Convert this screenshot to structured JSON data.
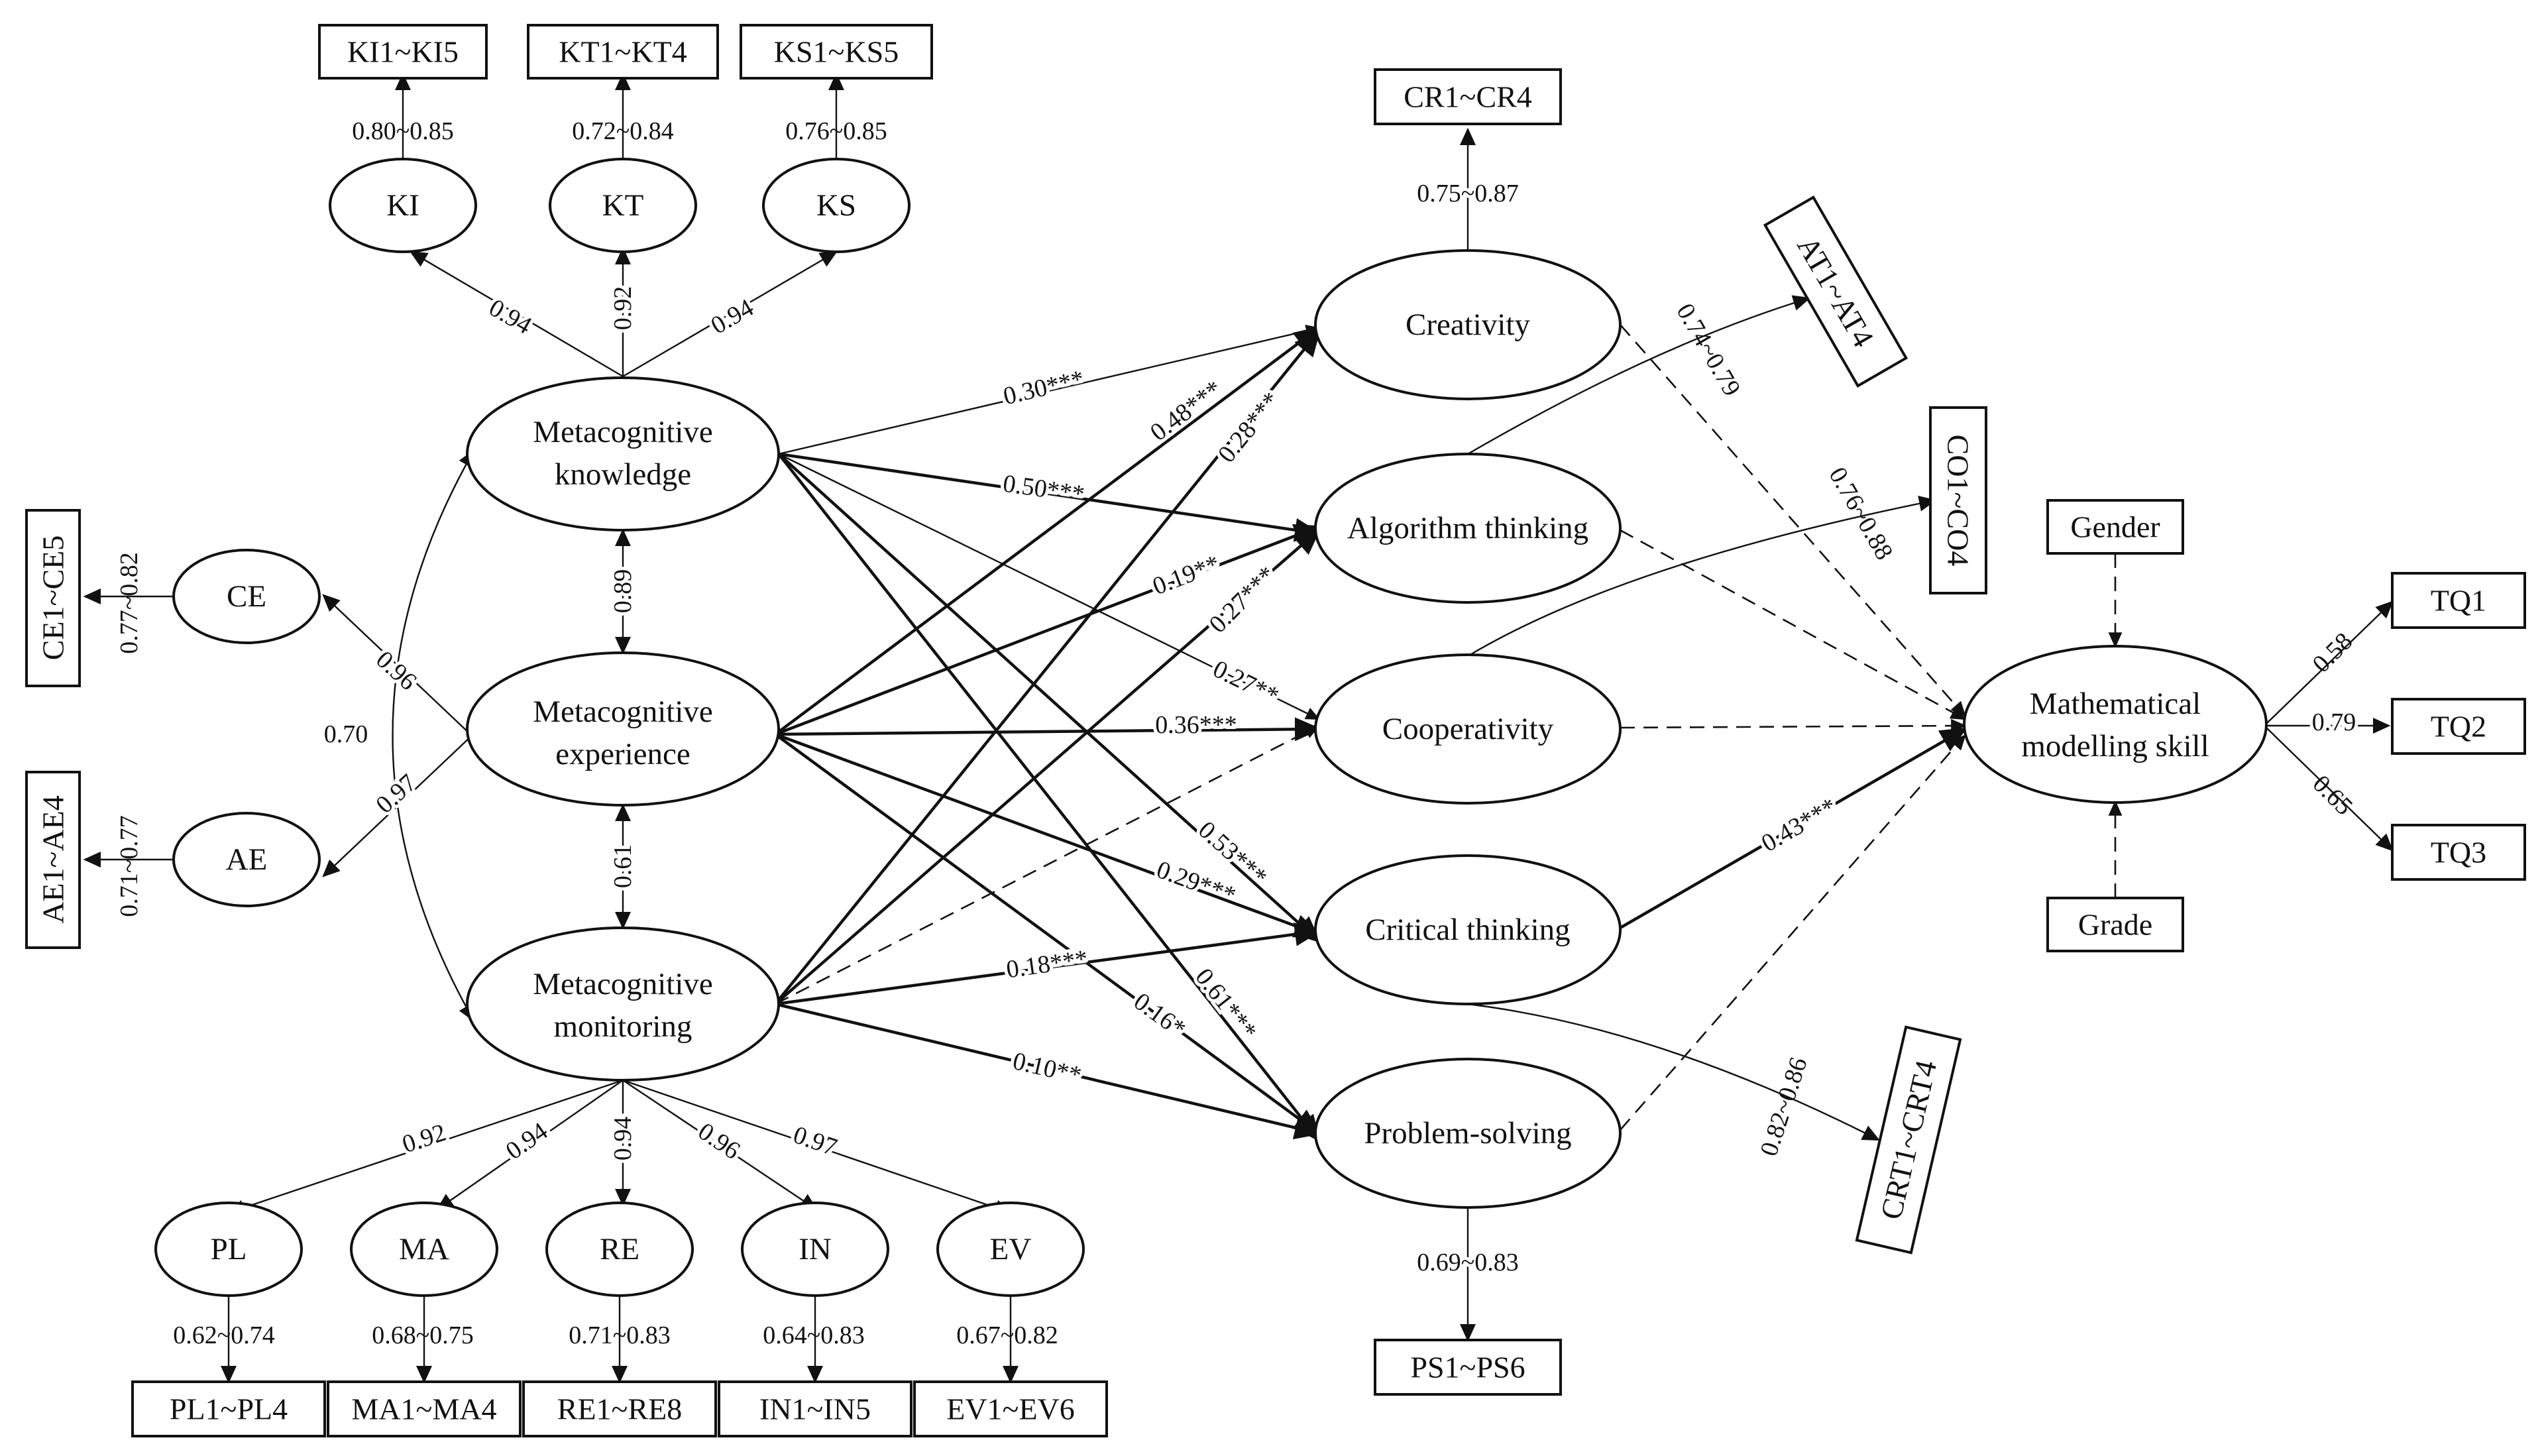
{
  "nodes": {
    "ki": "KI",
    "kt": "KT",
    "ks": "KS",
    "ce": "CE",
    "ae": "AE",
    "mk": [
      "Metacognitive",
      "knowledge"
    ],
    "me": [
      "Metacognitive",
      "experience"
    ],
    "mm": [
      "Metacognitive",
      "monitoring"
    ],
    "pl": "PL",
    "ma": "MA",
    "re": "RE",
    "in": "IN",
    "ev": "EV",
    "creativity": "Creativity",
    "algorithm": "Algorithm thinking",
    "cooperativity": "Cooperativity",
    "critical": "Critical thinking",
    "problem": "Problem-solving",
    "mms": [
      "Mathematical",
      "modelling skill"
    ]
  },
  "indicators": {
    "ki": "KI1~KI5",
    "kt": "KT1~KT4",
    "ks": "KS1~KS5",
    "ce": "CE1~CE5",
    "ae": "AE1~AE4",
    "pl": "PL1~PL4",
    "ma": "MA1~MA4",
    "re": "RE1~RE8",
    "in": "IN1~IN5",
    "ev": "EV1~EV6",
    "cr": "CR1~CR4",
    "at": "AT1~AT4",
    "co": "CO1~CO4",
    "crt": "CRT1~CRT4",
    "ps": "PS1~PS6",
    "gender": "Gender",
    "grade": "Grade",
    "tq1": "TQ1",
    "tq2": "TQ2",
    "tq3": "TQ3"
  },
  "loadings": {
    "ki": "0.80~0.85",
    "kt": "0.72~0.84",
    "ks": "0.76~0.85",
    "ce": "0.77~0.82",
    "ae": "0.71~0.77",
    "pl": "0.62~0.74",
    "ma": "0.68~0.75",
    "re": "0.71~0.83",
    "in": "0.64~0.83",
    "ev": "0.67~0.82",
    "cr": "0.75~0.87",
    "at": "0.74~0.79",
    "co": "0.76~0.88",
    "crt": "0.82~0.86",
    "ps": "0.69~0.83",
    "tq1": "0.58",
    "tq2": "0.79",
    "tq3": "0.65"
  },
  "factor_loadings": {
    "mk_ki": "0.94",
    "mk_kt": "0.92",
    "mk_ks": "0.94",
    "me_ce": "0.96",
    "me_ae": "0.97",
    "mm_pl": "0.92",
    "mm_ma": "0.94",
    "mm_re": "0.94",
    "mm_in": "0.96",
    "mm_ev": "0.97"
  },
  "correlations": {
    "mk_me": "0.89",
    "me_mm": "0.61",
    "mk_mm": "0.70"
  },
  "paths": {
    "mk_creativity": "0.30***",
    "mk_algorithm": "0.50***",
    "mk_cooperativity": "0.27**",
    "mk_critical": "0.53***",
    "mk_problem": "0.61***",
    "me_creativity": "0.48***",
    "me_algorithm": "0.19**",
    "me_cooperativity": "0.36***",
    "me_critical": "0.29***",
    "me_problem": "0.16*",
    "mm_creativity": "0.28***",
    "mm_algorithm": "0.27***",
    "mm_critical": "0.18***",
    "mm_problem": "0.10**",
    "critical_mms": "0.43***"
  }
}
